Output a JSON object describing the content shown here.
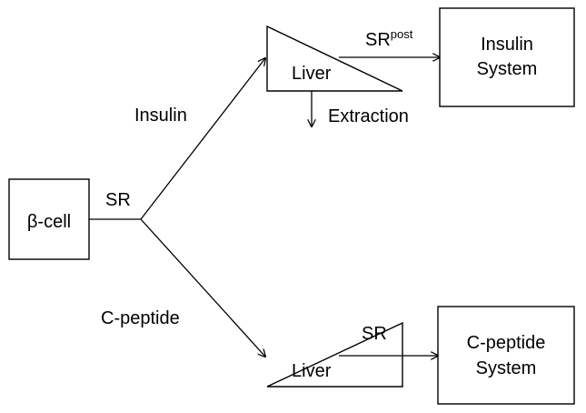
{
  "nodes": {
    "beta_cell": {
      "label": "β-cell"
    },
    "liver_insulin": {
      "label": "Liver"
    },
    "liver_cpeptide": {
      "label": "Liver"
    },
    "insulin_system": {
      "line1": "Insulin",
      "line2": "System"
    },
    "cpeptide_system": {
      "line1": "C-peptide",
      "line2": "System"
    }
  },
  "edges": {
    "secretion": "SR",
    "insulin_branch": "Insulin",
    "cpeptide_branch": "C-peptide",
    "post_hepatic_base": "SR",
    "post_hepatic_sup": "post",
    "cpeptide_sr": "SR",
    "extraction": "Extraction"
  }
}
